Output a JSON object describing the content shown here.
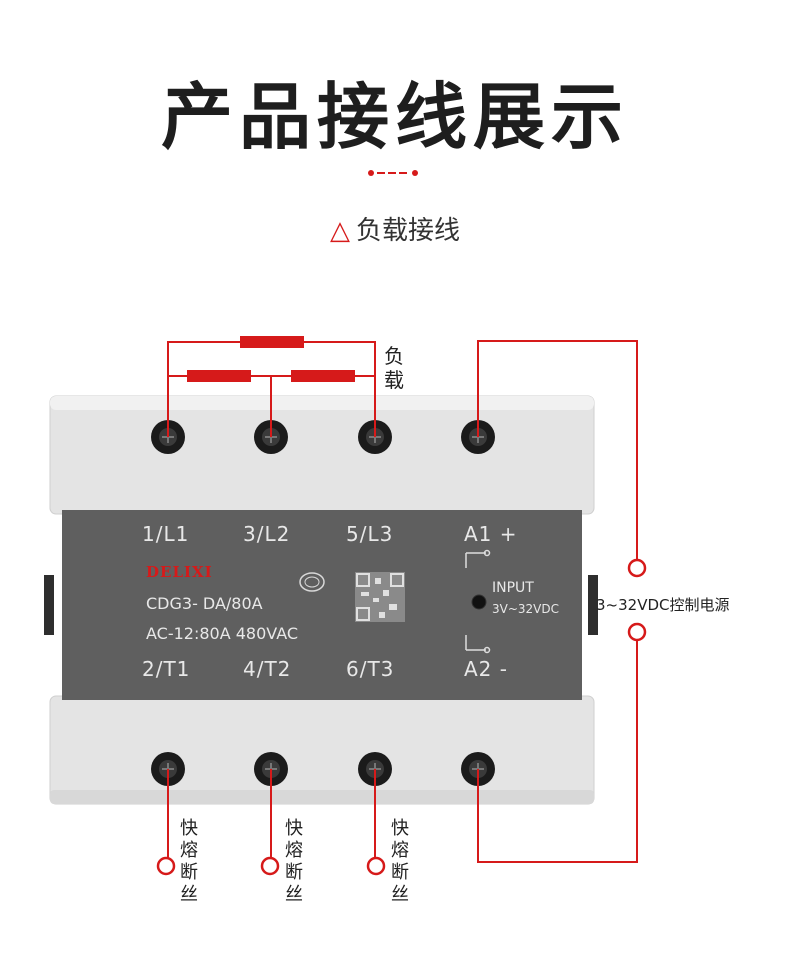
{
  "title": "产品接线展示",
  "subtitle": "负载接线",
  "load_label": [
    "负",
    "载"
  ],
  "brand": "DELIXI",
  "terminals_top": [
    "1/L1",
    "3/L2",
    "5/L3",
    "A1 +"
  ],
  "terminals_bottom": [
    "2/T1",
    "4/T2",
    "6/T3",
    "A2 -"
  ],
  "model": "CDG3- DA/80A",
  "rating": "AC-12:80A  480VAC",
  "input_title": "INPUT",
  "input_range": "3V~32VDC",
  "control_power_label": "3~32VDC控制电源",
  "fuse_label": [
    "快",
    "熔",
    "断",
    "丝"
  ],
  "colors": {
    "accent": "#d61a1a",
    "panel": "#5f5f5f",
    "housing": "#e6e6e6"
  }
}
